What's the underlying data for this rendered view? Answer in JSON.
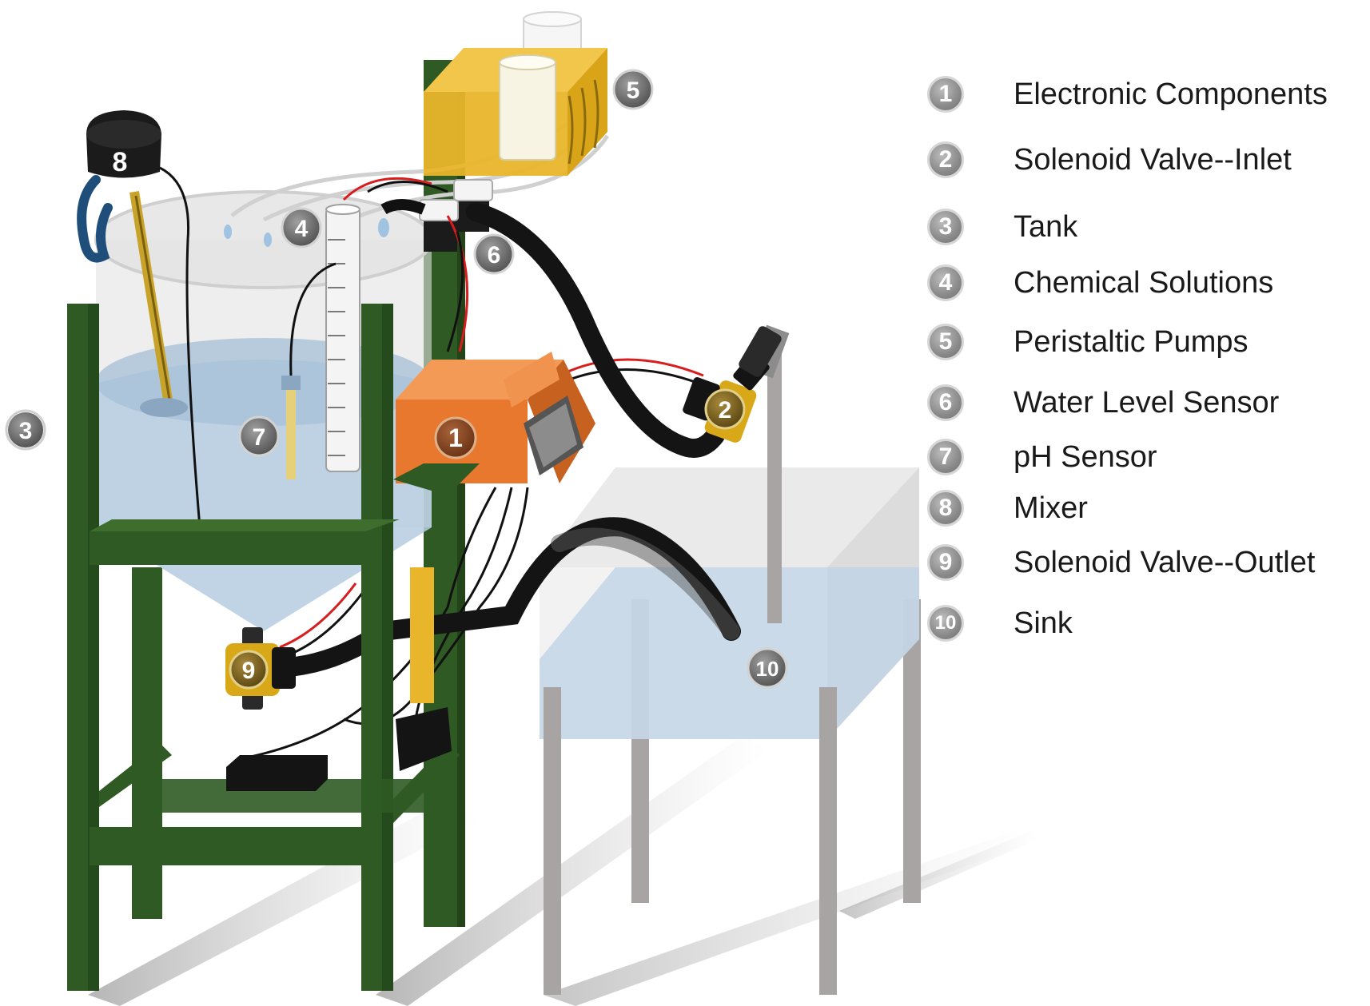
{
  "legend": [
    {
      "number": "1",
      "label": "Electronic Components"
    },
    {
      "number": "2",
      "label": "Solenoid Valve--Inlet"
    },
    {
      "number": "3",
      "label": "Tank"
    },
    {
      "number": "4",
      "label": "Chemical Solutions"
    },
    {
      "number": "5",
      "label": "Peristaltic Pumps"
    },
    {
      "number": "6",
      "label": "Water Level Sensor"
    },
    {
      "number": "7",
      "label": "pH Sensor"
    },
    {
      "number": "8",
      "label": "Mixer"
    },
    {
      "number": "9",
      "label": "Solenoid Valve--Outlet"
    },
    {
      "number": "10",
      "label": "Sink"
    }
  ],
  "markers": {
    "electronic": "1",
    "inlet_valve": "2",
    "tank": "3",
    "chemicals": "4",
    "pumps": "5",
    "level_sensor": "6",
    "ph_sensor": "7",
    "mixer": "8",
    "outlet_valve": "9",
    "sink": "10"
  },
  "colors": {
    "frame_green": "#2f5a23",
    "enclosure_orange": "#e8782e",
    "pump_yellow": "#e9b52a",
    "valve_yellow": "#d9a818",
    "water_blue": "#bcd2e4",
    "badge_gray": "#8a8a8a"
  }
}
